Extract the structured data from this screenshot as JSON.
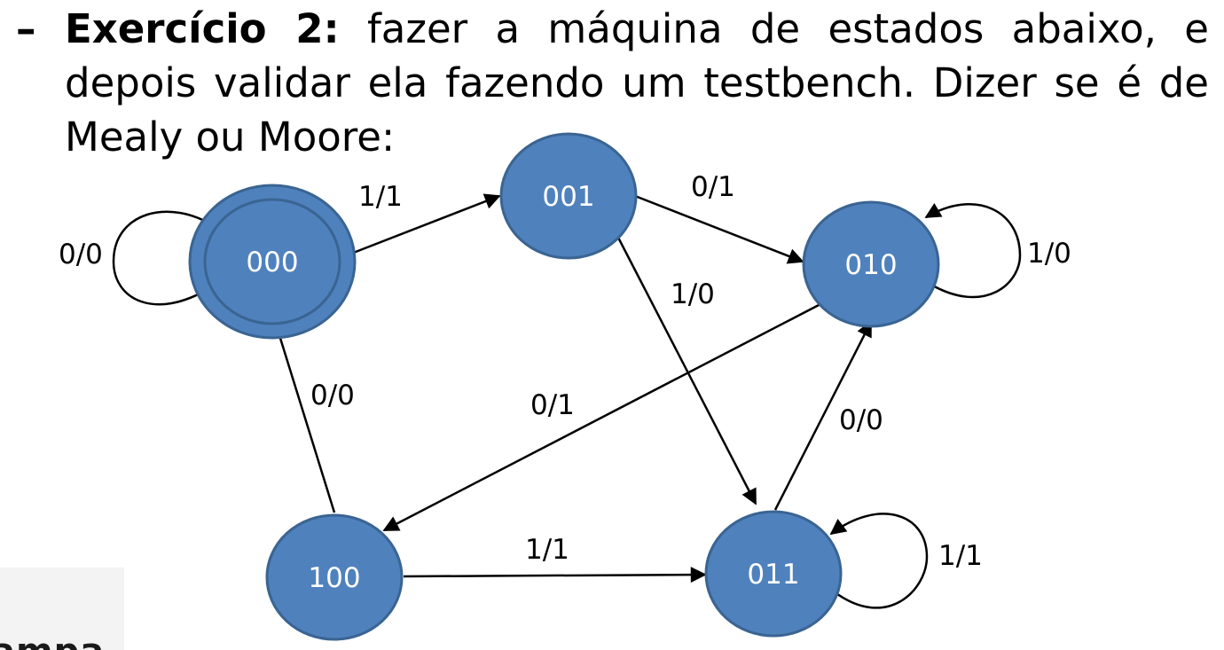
{
  "heading": {
    "dash": "–",
    "bold": "Exercício 2:",
    "text": " fazer a máquina de estados abaixo, e depois validar ela fazendo um testbench. Dizer se é de Mealy ou Moore:"
  },
  "colors": {
    "state_fill": "#4f81bd",
    "state_stroke": "#3a6492",
    "edge": "#000000",
    "text": "#000000"
  },
  "states": [
    {
      "id": "s000",
      "label": "000",
      "initial": true
    },
    {
      "id": "s001",
      "label": "001"
    },
    {
      "id": "s010",
      "label": "010"
    },
    {
      "id": "s100",
      "label": "100"
    },
    {
      "id": "s011",
      "label": "011"
    }
  ],
  "transitions": [
    {
      "from": "000",
      "to": "000",
      "label": "0/0"
    },
    {
      "from": "000",
      "to": "001",
      "label": "1/1"
    },
    {
      "from": "001",
      "to": "010",
      "label": "0/1"
    },
    {
      "from": "001",
      "to": "011",
      "label": "1/0"
    },
    {
      "from": "010",
      "to": "010",
      "label": "1/0"
    },
    {
      "from": "010",
      "to": "100",
      "label": "0/1"
    },
    {
      "from": "100",
      "to": "000",
      "label": "0/0"
    },
    {
      "from": "100",
      "to": "011",
      "label": "1/1"
    },
    {
      "from": "011",
      "to": "010",
      "label": "0/0"
    },
    {
      "from": "011",
      "to": "011",
      "label": "1/1"
    }
  ],
  "logo": {
    "text": "ampa"
  }
}
